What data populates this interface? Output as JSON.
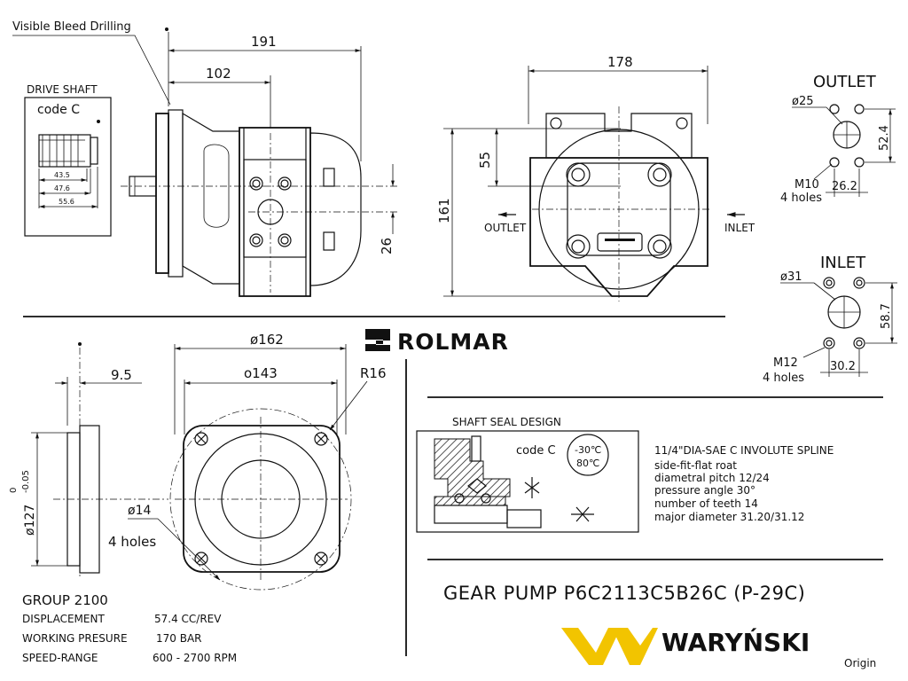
{
  "callouts": {
    "bleed_drilling": "Visible Bleed Drilling"
  },
  "drive_shaft": {
    "title": "DRIVE SHAFT",
    "code": "code C",
    "dims": [
      "43.5",
      "47.6",
      "55.6"
    ]
  },
  "side_view": {
    "dim_191": "191",
    "dim_102": "102",
    "dim_26": "26"
  },
  "front_view": {
    "dim_178": "178",
    "dim_55": "55",
    "dim_161": "161",
    "outlet_label": "OUTLET",
    "inlet_label": "INLET"
  },
  "outlet_port": {
    "title": "OUTLET",
    "diameter": "ø25",
    "dim_vertical": "52.4",
    "dim_horizontal": "26.2",
    "thread": "M10",
    "holes": "4 holes"
  },
  "inlet_port": {
    "title": "INLET",
    "diameter": "ø31",
    "dim_vertical": "58.7",
    "dim_horizontal": "30.2",
    "thread": "M12",
    "holes": "4 holes"
  },
  "brand": {
    "rolmar": "ROLMAR",
    "warynski": "WARYŃSKI",
    "origin": "Origin",
    "accent_color": "#f2c400"
  },
  "flange_view": {
    "dim_9_5": "9.5",
    "dim_127": "ø127",
    "tol_upper": "0",
    "tol_lower": "-0.05",
    "dim_162": "ø162",
    "dim_143": "o143",
    "radius": "R16",
    "hole_dia": "ø14",
    "holes": "4 holes"
  },
  "shaft_seal": {
    "title": "SHAFT SEAL DESIGN",
    "code": "code C",
    "temp_low": "-30℃",
    "temp_high": "80℃"
  },
  "spline_spec": [
    "11/4\"DIA-SAE C  INVOLUTE SPLINE",
    "side-fit-flat roat",
    "diametral pitch  12/24",
    "pressure angle  30°",
    "number of teeth  14",
    "major diameter  31.20/31.12"
  ],
  "group_info": {
    "group": "GROUP 2100",
    "displacement_label": "DISPLACEMENT",
    "displacement_value": "57.4 CC/REV",
    "pressure_label": "WORKING PRESURE",
    "pressure_value": "170 BAR",
    "speed_label": "SPEED-RANGE",
    "speed_value": "600 - 2700  RPM"
  },
  "product_title": "GEAR PUMP P6C2113C5B26C (P-29C)"
}
